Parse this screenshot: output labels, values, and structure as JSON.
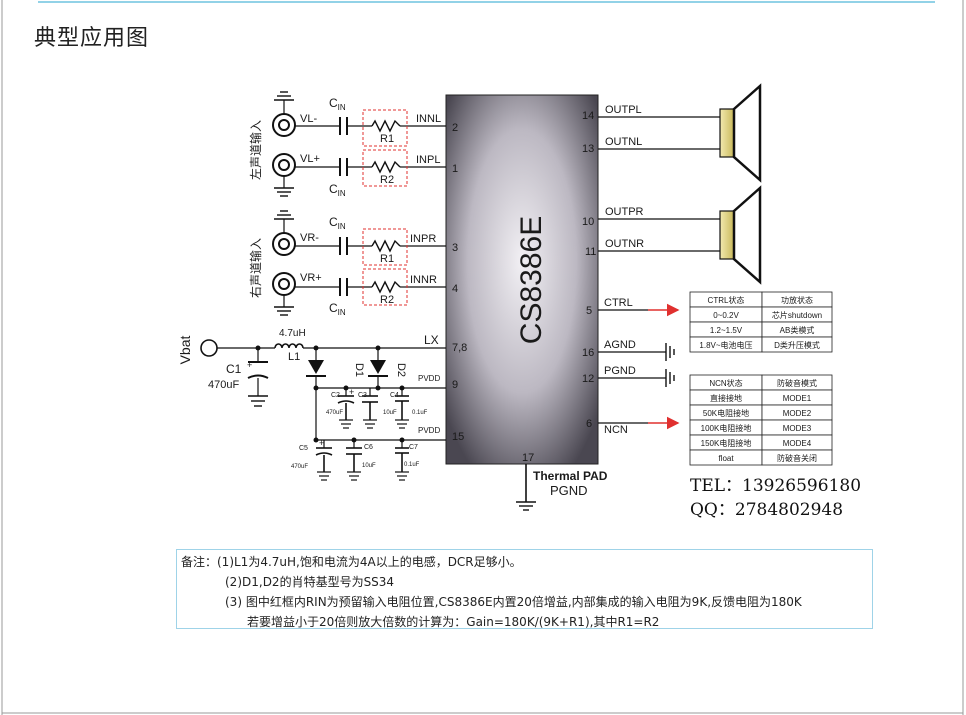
{
  "title": "典型应用图",
  "chip": {
    "name": "CS8386E",
    "thermal": "Thermal PAD",
    "pgnd": "PGND"
  },
  "left_pins": [
    {
      "name": "INNL",
      "num": "2"
    },
    {
      "name": "INPL",
      "num": "1"
    },
    {
      "name": "INPR",
      "num": "3"
    },
    {
      "name": "INNR",
      "num": "4"
    },
    {
      "name": "LX",
      "num": "7,8"
    },
    {
      "name": "PVDD",
      "num": "9"
    },
    {
      "name": "PVDD",
      "num": "15"
    },
    {
      "name": "",
      "num": "17"
    }
  ],
  "right_pins": [
    {
      "name": "OUTPL",
      "num": "14"
    },
    {
      "name": "OUTNL",
      "num": "13"
    },
    {
      "name": "OUTPR",
      "num": "10"
    },
    {
      "name": "OUTNR",
      "num": "11"
    },
    {
      "name": "CTRL",
      "num": "5"
    },
    {
      "name": "AGND",
      "num": "16"
    },
    {
      "name": "PGND",
      "num": "12"
    },
    {
      "name": "NCN",
      "num": "6"
    }
  ],
  "inputs": {
    "left_label": "左声道输入",
    "right_label": "右声道输入",
    "vl_minus": "VL-",
    "vl_plus": "VL+",
    "vr_minus": "VR-",
    "vr_plus": "VR+",
    "cin_c": "C",
    "cin_sub": "IN",
    "r1": "R1",
    "r2": "R2"
  },
  "power": {
    "vbat": "Vbat",
    "inductor_value": "4.7uH",
    "inductor_name": "L1",
    "c1": "C1",
    "c1_value": "470uF",
    "d1": "D1",
    "d2": "D2",
    "c2": "C2",
    "c3": "C3",
    "c4": "C4",
    "c5": "C5",
    "c6": "C6",
    "c7": "C7",
    "v470": "470uF",
    "v10": "10uF",
    "v01": "0.1uF",
    "plus": "+"
  },
  "ctrl_table": {
    "header": [
      "CTRL状态",
      "功放状态"
    ],
    "rows": [
      [
        "0~0.2V",
        "芯片shutdown"
      ],
      [
        "1.2~1.5V",
        "AB类模式"
      ],
      [
        "1.8V~电池电压",
        "D类升压模式"
      ]
    ]
  },
  "ncn_table": {
    "header": [
      "NCN状态",
      "防破音模式"
    ],
    "rows": [
      [
        "直接接地",
        "MODE1"
      ],
      [
        "50K电阻接地",
        "MODE2"
      ],
      [
        "100K电阻接地",
        "MODE3"
      ],
      [
        "150K电阻接地",
        "MODE4"
      ],
      [
        "float",
        "防破音关闭"
      ]
    ]
  },
  "contact": {
    "tel": "TEL：13926596180",
    "qq": "QQ：2784802948"
  },
  "notes": [
    "备注：(1)L1为4.7uH,饱和电流为4A以上的电感，DCR足够小。",
    "(2)D1,D2的肖特基型号为SS34",
    "(3) 图中红框内RIN为预留输入电阻位置,CS8386E内置20倍增益,内部集成的输入电阻为9K,反馈电阻为180K",
    "若要增益小于20倍则放大倍数的计算为：Gain=180K/(9K+R1),其中R1=R2"
  ],
  "colors": {
    "accent_line": "#6fc3df",
    "arrow": "#e0302f",
    "chip_center": "#e9e6ee",
    "chip_edge": "#3d3a44"
  }
}
